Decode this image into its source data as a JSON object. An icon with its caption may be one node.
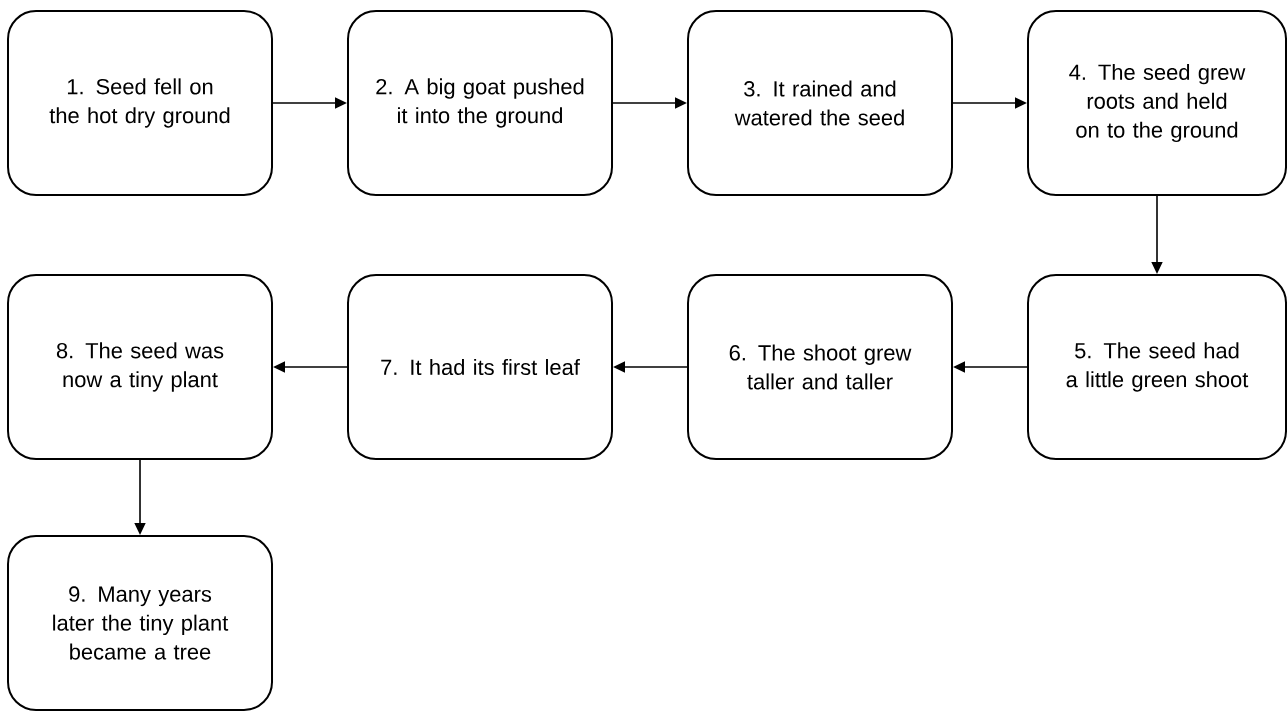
{
  "diagram": {
    "nodes": [
      {
        "text": [
          "1. Seed fell on the hot dry ground"
        ]
      },
      {
        "text": [
          "2. A big goat pushed it into the ground"
        ]
      },
      {
        "text": [
          "3. It rained and watered the seed"
        ]
      },
      {
        "text": [
          "4. The seed grew roots and held on to the ground"
        ]
      },
      {
        "text": [
          "5. The seed had a little green shoot"
        ]
      },
      {
        "text": [
          "6. The shoot grew taller and taller"
        ]
      },
      {
        "text": [
          "7. It had its first leaf"
        ]
      },
      {
        "text": [
          "8. The seed was now a tiny plant"
        ]
      },
      {
        "text": [
          "9. Many years later the tiny plant became a tree"
        ]
      }
    ],
    "edges": [
      {
        "from": 0,
        "to": 1,
        "arrow": "to"
      },
      {
        "from": 1,
        "to": 2,
        "arrow": "to"
      },
      {
        "from": 2,
        "to": 3,
        "arrow": "to"
      },
      {
        "from": 3,
        "to": 4,
        "arrow": "to"
      },
      {
        "from": 4,
        "to": 5,
        "arrow": "to"
      },
      {
        "from": 5,
        "to": 6,
        "arrow": "to"
      },
      {
        "from": 6,
        "to": 7,
        "arrow": "to"
      },
      {
        "from": 7,
        "to": 8,
        "arrow": "to"
      }
    ]
  }
}
